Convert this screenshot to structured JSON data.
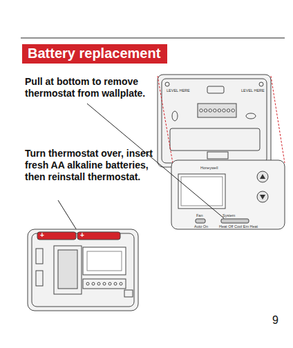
{
  "diagram": {
    "title": "Battery replacement",
    "labels": [
      "Pull at bottom to remove thermostat from wallplate.",
      "Turn thermostat over, insert fresh AA alkaline batteries, then reinstall thermostat.",
      "LEVEL HERE",
      "LEVEL HERE",
      "Honeywell",
      "Fan",
      "System",
      "Auto On",
      "Heat Off Cool Em Heat",
      "+",
      "+",
      "9"
    ]
  }
}
